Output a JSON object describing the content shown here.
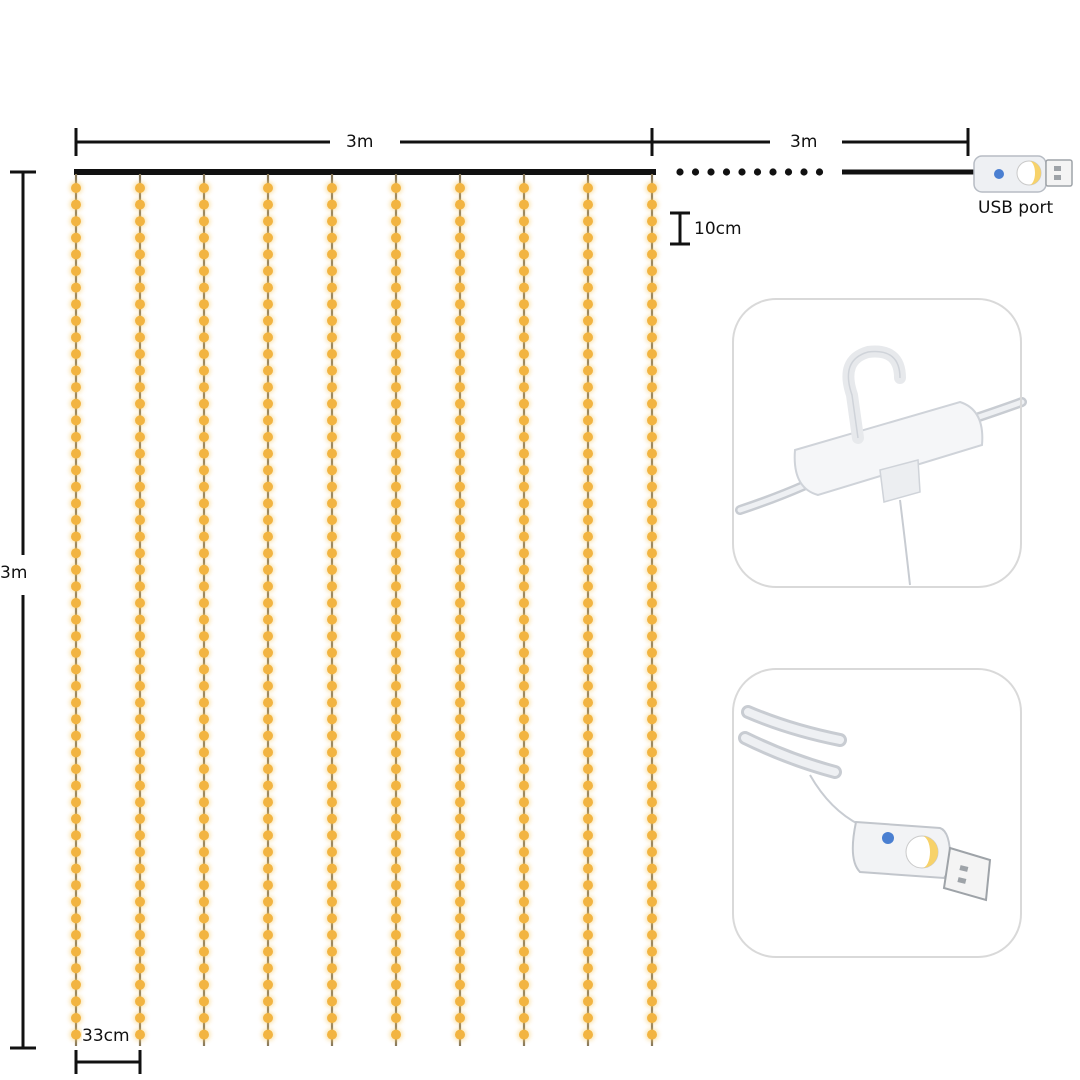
{
  "dimensions": {
    "top_width": "3m",
    "lead_length": "3m",
    "height": "3m",
    "bulb_spacing": "10cm",
    "strand_spacing": "33cm"
  },
  "usb_label": "USB port",
  "strand_count": 10,
  "colors": {
    "bulb": "#f2b441",
    "wire": "#8a7a5a",
    "cable": "#111111",
    "inset_border": "#d9d9d9"
  },
  "insets": [
    {
      "name": "hook-connector-closeup",
      "icon": "hook-connector-icon"
    },
    {
      "name": "usb-controller-closeup",
      "icon": "usb-controller-icon"
    }
  ]
}
